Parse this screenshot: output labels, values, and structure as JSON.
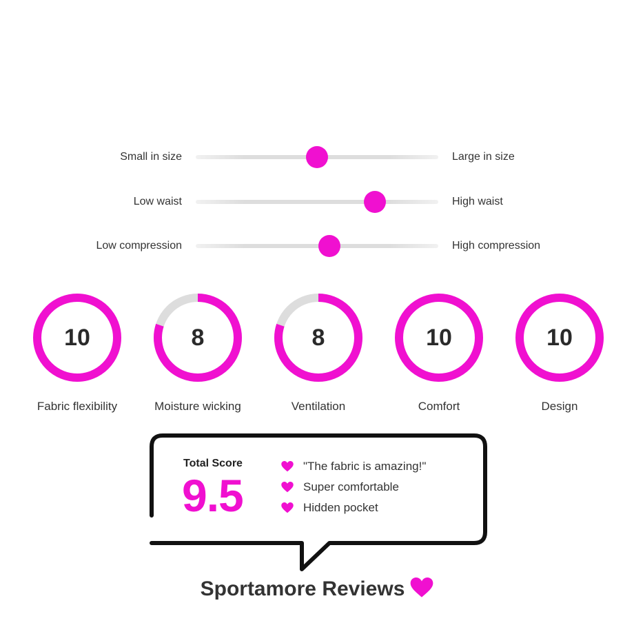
{
  "colors": {
    "accent": "#f010d0",
    "track": "#dddddd",
    "text": "#333333"
  },
  "sliders": [
    {
      "left": "Small in size",
      "right": "Large in size",
      "level": 0.5
    },
    {
      "left": "Low waist",
      "right": "High waist",
      "level": 0.74
    },
    {
      "left": "Low compression",
      "right": "High compression",
      "level": 0.55
    }
  ],
  "ratings": [
    {
      "label": "Fabric flexibility",
      "value": "10",
      "score": 10,
      "max": 10
    },
    {
      "label": "Moisture wicking",
      "value": "8",
      "score": 8,
      "max": 10
    },
    {
      "label": "Ventilation",
      "value": "8",
      "score": 8,
      "max": 10
    },
    {
      "label": "Comfort",
      "value": "10",
      "score": 10,
      "max": 10
    },
    {
      "label": "Design",
      "value": "10",
      "score": 10,
      "max": 10
    }
  ],
  "summary": {
    "title": "Total Score",
    "score": "9.5",
    "highlights": [
      "\"The fabric is amazing!\"",
      "Super comfortable",
      "Hidden pocket"
    ],
    "highlight_icon": "heart-icon"
  },
  "brand": {
    "name": "Sportamore Reviews",
    "icon": "heart-icon"
  }
}
